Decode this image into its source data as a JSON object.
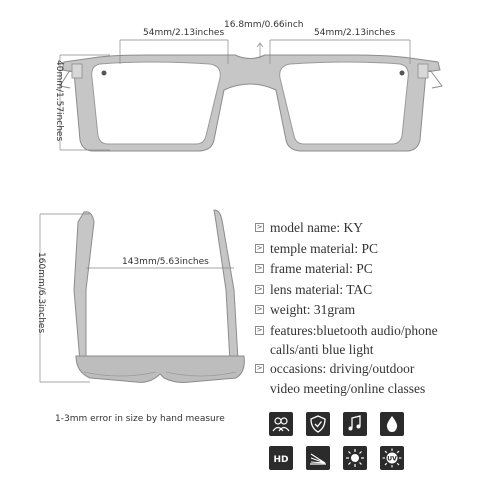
{
  "dimensions": {
    "lens_width_left": "54mm/2.13inches",
    "bridge": "16.8mm/0.66inch",
    "lens_width_right": "54mm/2.13inches",
    "lens_height": "40mm/1.57inches",
    "frame_width": "143mm/5.63inches",
    "temple_length": "160mm/6.3inches"
  },
  "specs": [
    {
      "text": "model name: KY"
    },
    {
      "text": "temple material: PC"
    },
    {
      "text": "frame material: PC"
    },
    {
      "text": "lens material: TAC"
    },
    {
      "text": "weight: 31gram"
    },
    {
      "text": "features:bluetooth audio/phone",
      "continuation": "calls/anti blue light"
    },
    {
      "text": "occasions: driving/outdoor",
      "continuation": "video meeting/online classes"
    }
  ],
  "bullet_glyph": ">",
  "note": "1-3mm error in size by hand measure",
  "feature_icons": [
    {
      "icon": "people-icon"
    },
    {
      "icon": "shield-check-icon"
    },
    {
      "icon": "music-note-icon"
    },
    {
      "icon": "water-drop-icon"
    },
    {
      "icon": "hd-icon",
      "label": "HD"
    },
    {
      "icon": "anti-glare-icon"
    },
    {
      "icon": "sun-icon"
    },
    {
      "icon": "uv-sun-icon",
      "label": "UV"
    }
  ],
  "colors": {
    "frame": "#bdbdbd",
    "frame_outline": "#8c8c8c",
    "icon_bg": "#2b2b2b",
    "text": "#333333"
  }
}
